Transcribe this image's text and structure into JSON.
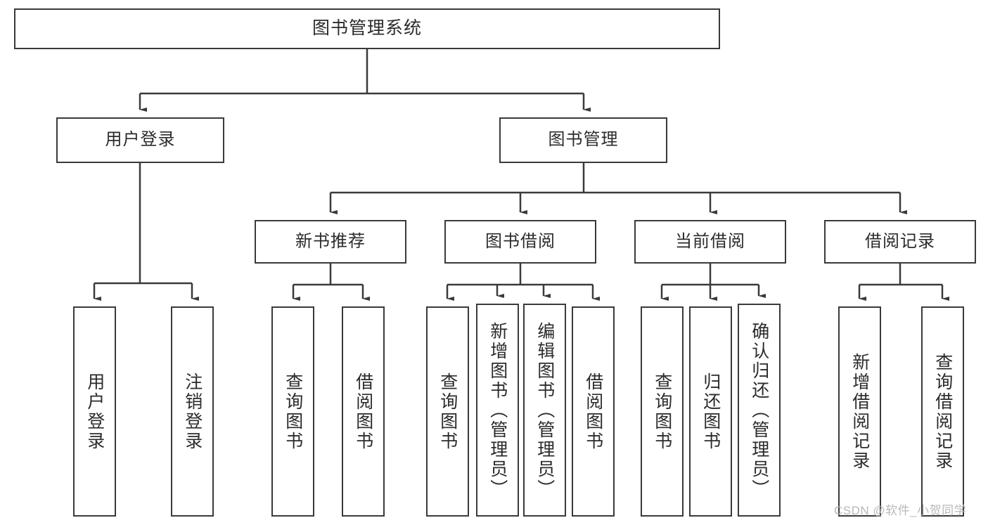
{
  "diagram": {
    "title_node": {
      "id": "root",
      "label": "图书管理系统"
    },
    "level2": [
      {
        "id": "n-user-login",
        "label": "用户登录"
      },
      {
        "id": "n-book-manage",
        "label": "图书管理"
      }
    ],
    "level3": [
      {
        "id": "n-new-book-rec",
        "label": "新书推荐"
      },
      {
        "id": "n-book-borrow",
        "label": "图书借阅"
      },
      {
        "id": "n-current-borrow",
        "label": "当前借阅"
      },
      {
        "id": "n-borrow-record",
        "label": "借阅记录"
      }
    ],
    "leaves": [
      {
        "id": "leaf-user-login",
        "label": "用户登录",
        "parent": "用户登录"
      },
      {
        "id": "leaf-logout",
        "label": "注销登录",
        "parent": "用户登录"
      },
      {
        "id": "leaf-query-book-1",
        "label": "查询图书",
        "parent": "新书推荐"
      },
      {
        "id": "leaf-borrow-book-1",
        "label": "借阅图书",
        "parent": "新书推荐"
      },
      {
        "id": "leaf-query-book-2",
        "label": "查询图书",
        "parent": "图书借阅"
      },
      {
        "id": "leaf-add-book",
        "label": "新增图书（管理员）",
        "parent": "图书借阅"
      },
      {
        "id": "leaf-edit-book",
        "label": "编辑图书（管理员）",
        "parent": "图书借阅"
      },
      {
        "id": "leaf-borrow-book-2",
        "label": "借阅图书",
        "parent": "图书借阅"
      },
      {
        "id": "leaf-query-book-3",
        "label": "查询图书",
        "parent": "当前借阅"
      },
      {
        "id": "leaf-return-book",
        "label": "归还图书",
        "parent": "当前借阅"
      },
      {
        "id": "leaf-confirm-return",
        "label": "确认归还（管理员）",
        "parent": "当前借阅"
      },
      {
        "id": "leaf-add-record",
        "label": "新增借阅记录",
        "parent": "借阅记录"
      },
      {
        "id": "leaf-query-record",
        "label": "查询借阅记录",
        "parent": "借阅记录"
      }
    ],
    "colors": {
      "stroke": "#3a3a3a",
      "text": "#2b2b2b",
      "background": "#ffffff",
      "watermark": "#b9b9b9"
    }
  },
  "watermark": {
    "text": "CSDN @软件_小贺同学"
  }
}
